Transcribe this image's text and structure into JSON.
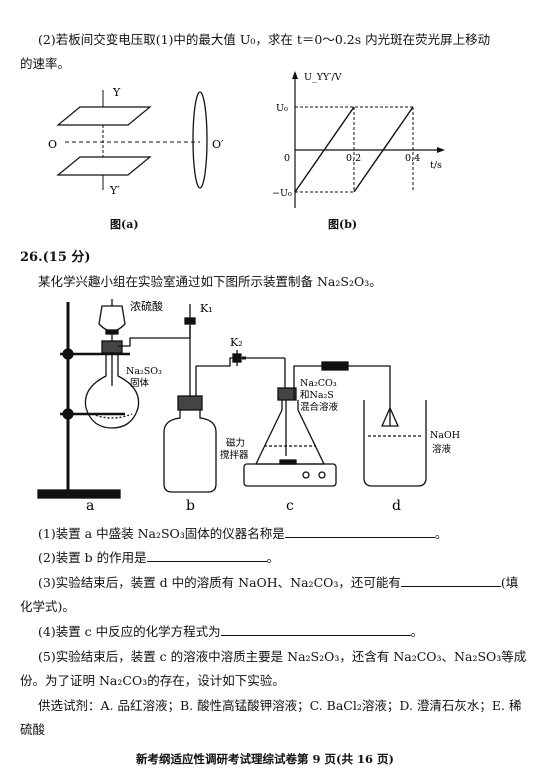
{
  "q25_part2": {
    "line1": "(2)若板间交变电压取(1)中的最大值 U₀，求在 t＝0～0.2s 内光斑在荧光屏上移动",
    "line2": "的速率。"
  },
  "figure_a": {
    "caption": "图(a)",
    "label_y": "Y",
    "label_y_prime": "Y′",
    "label_o": "O",
    "label_o_prime": "O′"
  },
  "figure_b": {
    "caption": "图(b)",
    "y_axis_label": "U_YY′/V",
    "x_axis_label": "t/s",
    "tick_u0": "U₀",
    "tick_neg_u0": "−U₀",
    "tick_0": "0",
    "tick_02": "0.2",
    "tick_04": "0.4"
  },
  "q26": {
    "header": "26.(15 分)",
    "intro": "某化学兴趣小组在实验室通过如下图所示装置制备 Na₂S₂O₃。",
    "apparatus": {
      "conc_h2so4": "浓硫酸",
      "k1": "K₁",
      "k2": "K₂",
      "na2so3_1": "Na₂SO₃",
      "na2so3_2": "固体",
      "mix_1": "Na₂CO₃",
      "mix_2": "和Na₂S",
      "mix_3": "混合溶液",
      "stirrer_1": "磁力",
      "stirrer_2": "搅拌器",
      "naoh_1": "NaOH",
      "naoh_2": "溶液",
      "label_a": "a",
      "label_b": "b",
      "label_c": "c",
      "label_d": "d"
    },
    "p1": "(1)装置 a 中盛装 Na₂SO₃固体的仪器名称是",
    "p1_end": "。",
    "p2": "(2)装置 b 的作用是",
    "p2_end": "。",
    "p3": "(3)实验结束后，装置 d 中的溶质有 NaOH、Na₂CO₃，还可能有",
    "p3_end": "(填",
    "p3_line2": "化学式)。",
    "p4": "(4)装置 c 中反应的化学方程式为",
    "p4_end": "。",
    "p5_line1": "(5)实验结束后，装置 c 的溶液中溶质主要是 Na₂S₂O₃，还含有 Na₂CO₃、Na₂SO₃等成",
    "p5_line2": "份。为了证明 Na₂CO₃的存在，设计如下实验。",
    "reagents_line1": "供选试剂：A. 品红溶液；B. 酸性高锰酸钾溶液；C. BaCl₂溶液；D. 澄清石灰水；E. 稀",
    "reagents_line2": "硫酸"
  },
  "footer": "新考纲适应性调研考试理综试卷第 9 页(共 16 页)"
}
